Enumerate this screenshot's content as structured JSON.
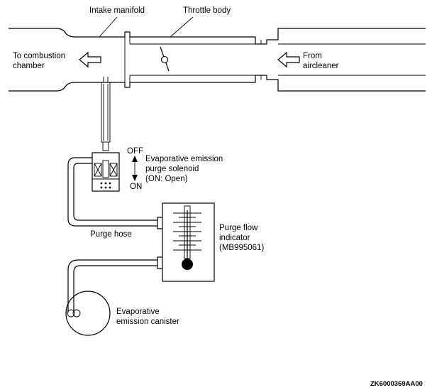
{
  "labels": {
    "intake_manifold": "Intake manifold",
    "throttle_body": "Throttle body",
    "to_combustion_line1": "To combustion",
    "to_combustion_line2": "chamber",
    "from_line1": "From",
    "from_line2": "aircleaner",
    "off": "OFF",
    "on": "ON",
    "solenoid_line1": "Evaporative emission",
    "solenoid_line2": "purge solenoid",
    "solenoid_line3": "(ON: Open)",
    "purge_hose": "Purge hose",
    "indicator_line1": "Purge flow",
    "indicator_line2": "indicator",
    "indicator_line3": "(MB995061)",
    "canister_line1": "Evaporative",
    "canister_line2": "emission canister",
    "figure_code": "ZK6000369AA00"
  }
}
